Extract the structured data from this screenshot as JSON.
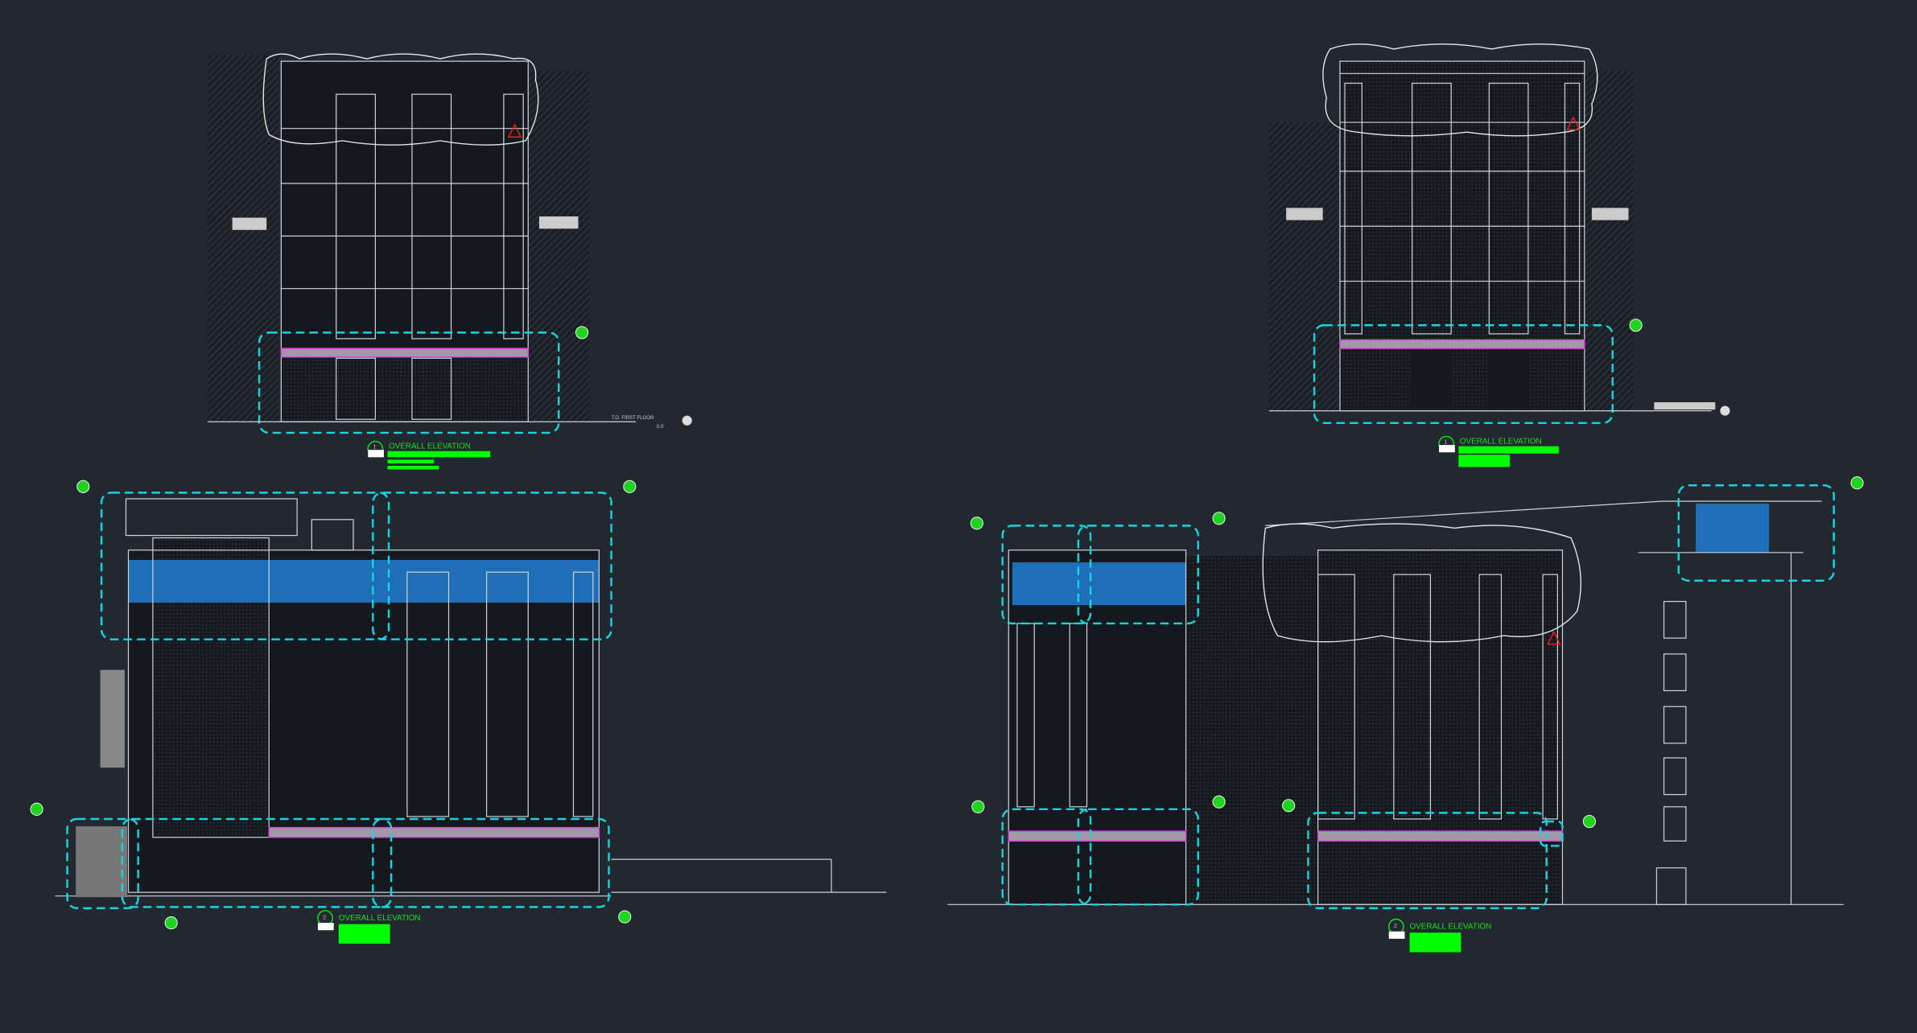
{
  "drawing": {
    "background": "#212830",
    "elevations": [
      {
        "number": "1",
        "title": "OVERALL ELEVATION"
      },
      {
        "number": "1",
        "title": "OVERALL ELEVATION"
      },
      {
        "number": "2",
        "title": "OVERALL ELEVATION"
      },
      {
        "number": "2",
        "title": "OVERALL ELEVATION"
      }
    ],
    "level_marker": {
      "label": "T.O. FIRST FLOOR",
      "value": "0.0'"
    },
    "colors": {
      "cloud": "#19d4e0",
      "tag": "#1fd41f",
      "band": "#e040e0",
      "glazing": "#1f6fb8",
      "revision": "#e02020"
    }
  }
}
